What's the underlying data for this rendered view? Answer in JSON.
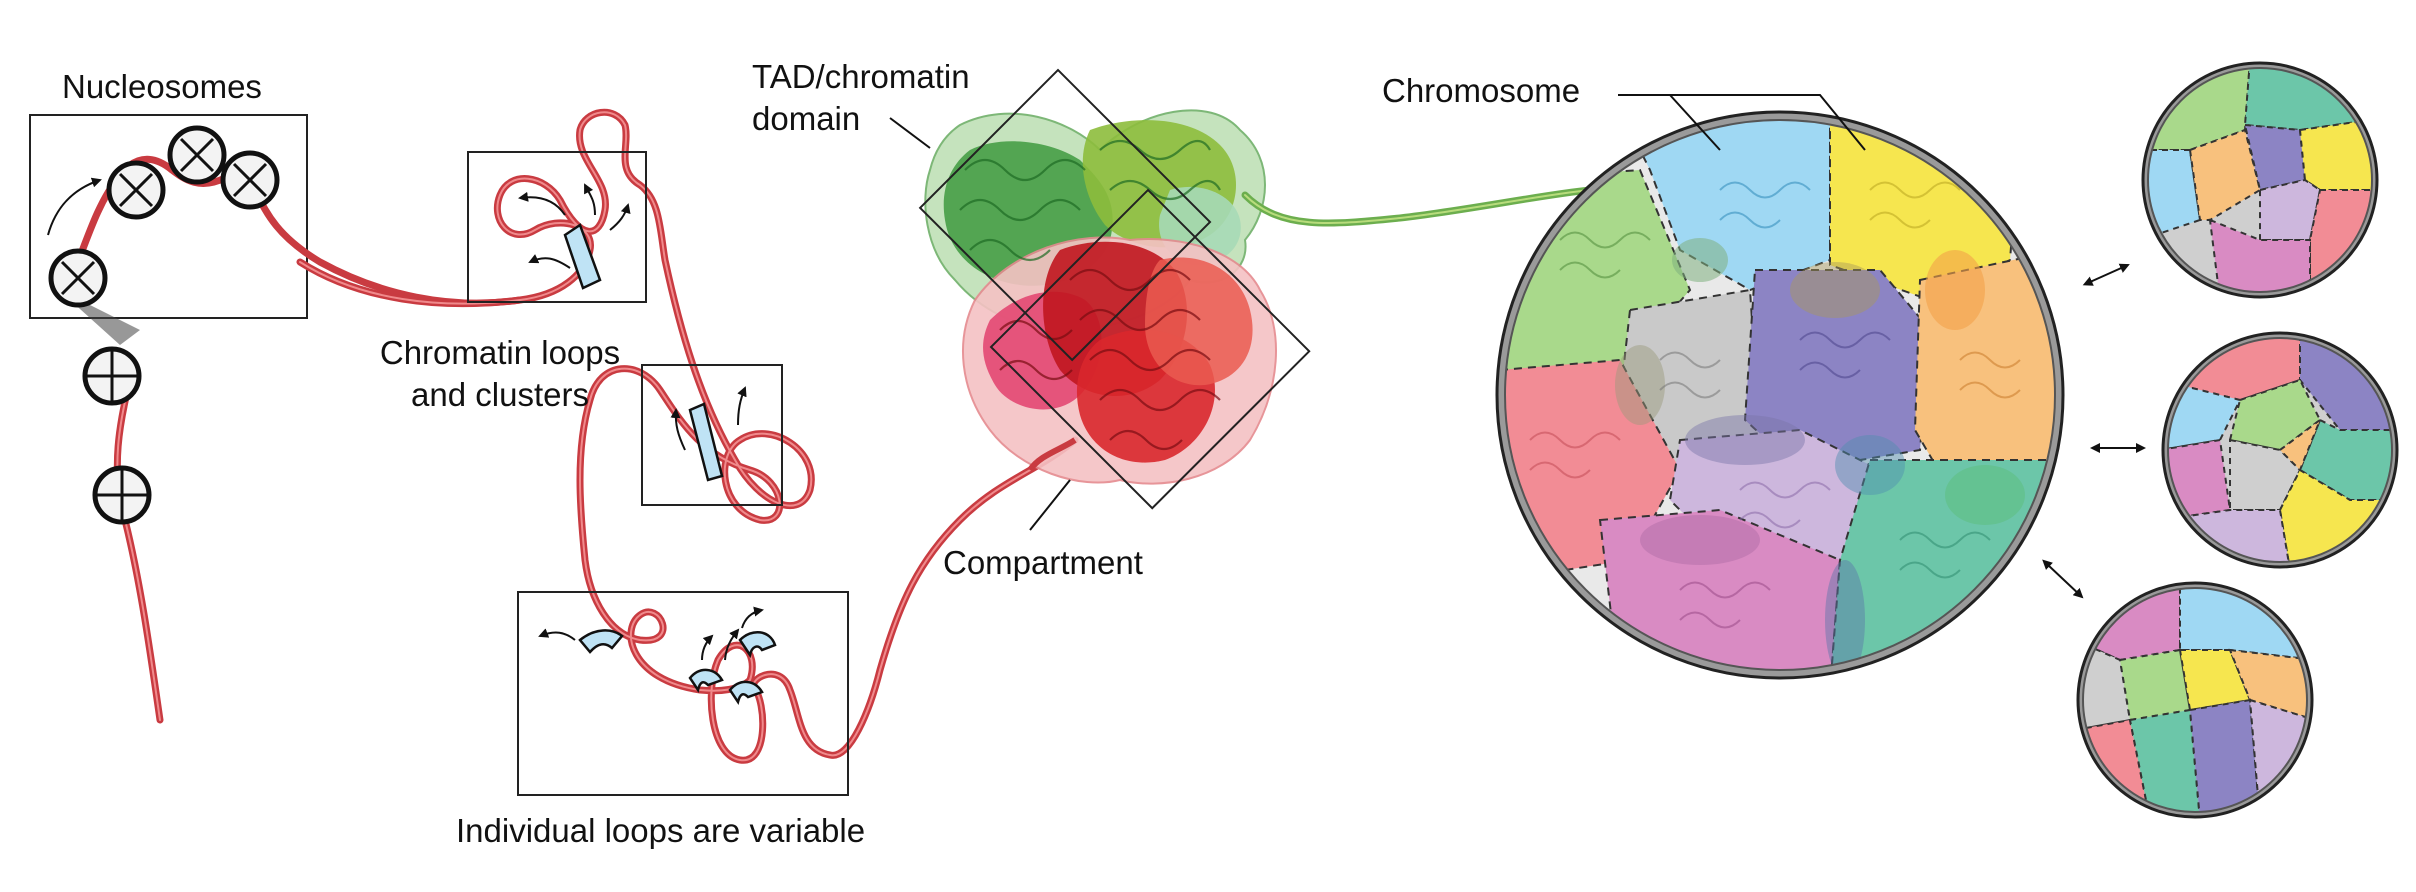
{
  "labels": {
    "nucleosomes": "Nucleosomes",
    "chromatin_loops_line1": "Chromatin loops",
    "chromatin_loops_line2": "and clusters",
    "individual_loops": "Individual loops are variable",
    "tad_line1": "TAD/chromatin",
    "tad_line2": "domain",
    "compartment": "Compartment",
    "chromosome": "Chromosome"
  },
  "colors": {
    "fiber": "#d9434a",
    "fiber_highlight": "#f08a8c",
    "cohesin": "#bfe3f5",
    "green_domain": "#57a854",
    "light_green_domain": "#8fc33f",
    "red_domain": "#d8262c",
    "pink_domain": "#e4506c",
    "chromosome_territories": [
      "#a9d98b",
      "#9fd8f3",
      "#f6e64f",
      "#c9c9c9",
      "#8c84c4",
      "#f8c17d",
      "#f28c95",
      "#cdb7dd",
      "#d98bc3",
      "#6cc6a9"
    ]
  },
  "icons": {
    "nucleosome": "nucleosome-icon",
    "cohesin": "cohesin-ring-icon",
    "arrow": "arrow-icon",
    "double_arrow": "double-arrow-icon"
  }
}
